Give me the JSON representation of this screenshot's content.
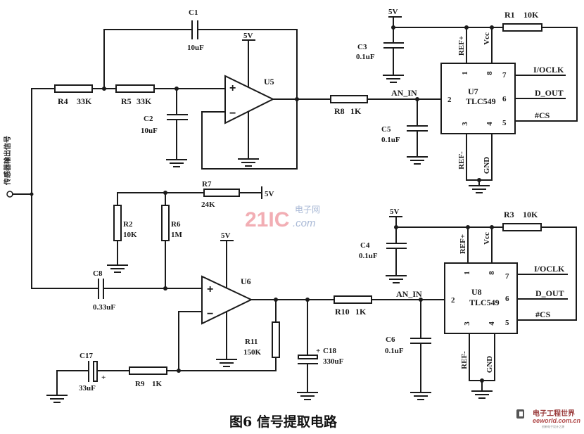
{
  "figure": {
    "caption": "图6 信号提取电路",
    "input_label": "传感器输出信号"
  },
  "supply": "5V",
  "components": {
    "R1": {
      "ref": "R1",
      "value": "10K"
    },
    "R2": {
      "ref": "R2",
      "value": "10K"
    },
    "R3": {
      "ref": "R3",
      "value": "10K"
    },
    "R4": {
      "ref": "R4",
      "value": "33K"
    },
    "R5": {
      "ref": "R5",
      "value": "33K"
    },
    "R6": {
      "ref": "R6",
      "value": "1M"
    },
    "R7": {
      "ref": "R7",
      "value": "24K"
    },
    "R8": {
      "ref": "R8",
      "value": "1K"
    },
    "R9": {
      "ref": "R9",
      "value": "1K"
    },
    "R10": {
      "ref": "R10",
      "value": "1K"
    },
    "R11": {
      "ref": "R11",
      "value": "150K"
    },
    "C1": {
      "ref": "C1",
      "value": "10uF"
    },
    "C2": {
      "ref": "C2",
      "value": "10uF"
    },
    "C3": {
      "ref": "C3",
      "value": "0.1uF"
    },
    "C4": {
      "ref": "C4",
      "value": "0.1uF"
    },
    "C5": {
      "ref": "C5",
      "value": "0.1uF"
    },
    "C6": {
      "ref": "C6",
      "value": "0.1uF"
    },
    "C8": {
      "ref": "C8",
      "value": "0.33uF"
    },
    "C17": {
      "ref": "C17",
      "value": "33uF"
    },
    "C18": {
      "ref": "C18",
      "value": "330uF"
    },
    "U5": {
      "ref": "U5"
    },
    "U6": {
      "ref": "U6"
    },
    "U7": {
      "ref": "U7",
      "part": "TLC549"
    },
    "U8": {
      "ref": "U8",
      "part": "TLC549"
    }
  },
  "adc_pins": {
    "pin1": "1",
    "pin2": "2",
    "pin3": "3",
    "pin4": "4",
    "pin5": "5",
    "pin6": "6",
    "pin7": "7",
    "pin8": "8",
    "ref_plus": "REF+",
    "ref_minus": "REF-",
    "vcc": "Vcc",
    "gnd": "GND",
    "an_in": "AN_IN",
    "io_clk": "I/OCLK",
    "d_out": "D_OUT",
    "cs": "#CS"
  },
  "opamp_symbols": {
    "plus": "+",
    "minus": "−"
  },
  "polarity": "+",
  "watermark": {
    "brand": "21IC",
    "cn": "电子网",
    "domain": ".com"
  },
  "logo": {
    "cn": "电子工程世界",
    "en": "eeworld.com.cn",
    "sub": "创新电子设计之源"
  }
}
